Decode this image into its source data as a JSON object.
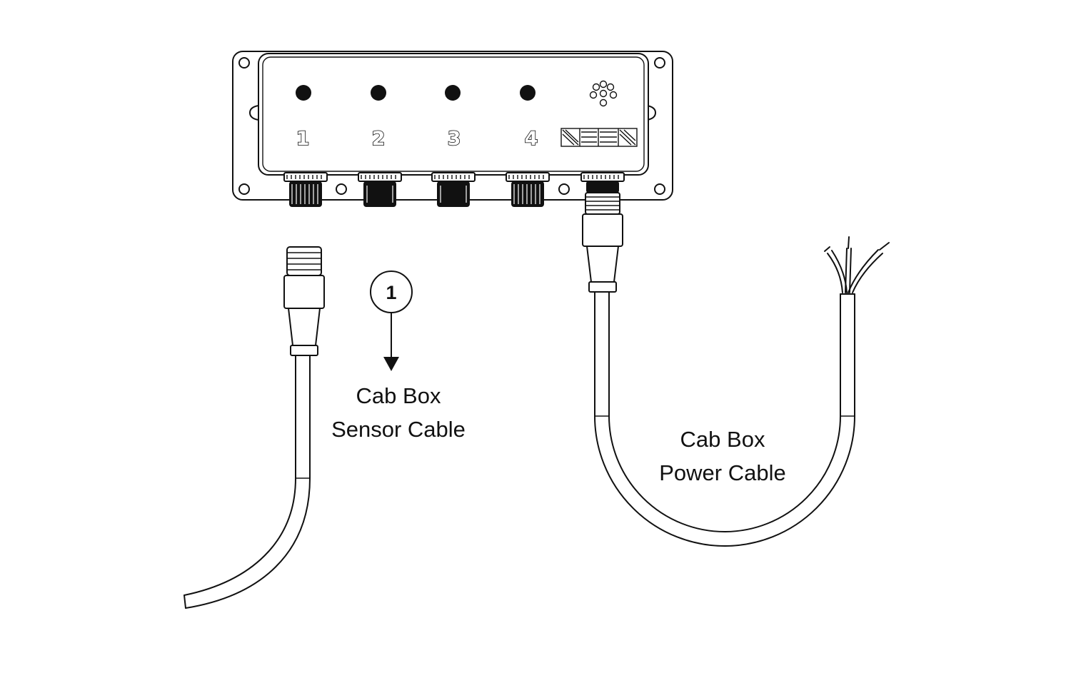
{
  "diagram": {
    "ports": [
      {
        "number": "1"
      },
      {
        "number": "2"
      },
      {
        "number": "3"
      },
      {
        "number": "4"
      }
    ],
    "callout": {
      "number": "1"
    },
    "labels": {
      "sensor_cable": [
        "Cab Box",
        "Sensor Cable"
      ],
      "power_cable": [
        "Cab Box",
        "Power Cable"
      ]
    },
    "icons": [
      "led-indicator-icon",
      "speaker-grille-icon",
      "brand-logo-icon",
      "m12-connector-icon"
    ],
    "colors": {
      "line": "#111111",
      "background": "#ffffff"
    }
  }
}
